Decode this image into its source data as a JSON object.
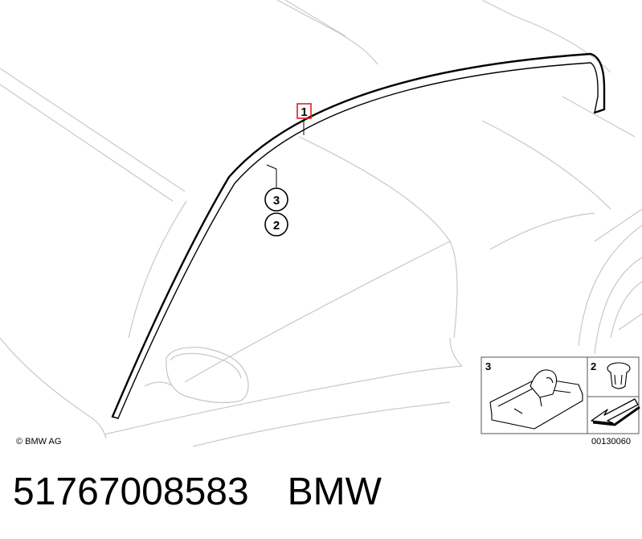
{
  "diagram": {
    "callouts": {
      "highlighted": "1",
      "circle_upper": "3",
      "circle_lower": "2"
    },
    "inset": {
      "panel_left_label": "3",
      "panel_right_label": "2",
      "code": "00130060"
    },
    "copyright": "© BMW AG"
  },
  "caption": {
    "part_number": "51767008583",
    "brand": "BMW"
  },
  "colors": {
    "line": "#c8c8c8",
    "part": "#000000",
    "highlight": "#e02020"
  }
}
